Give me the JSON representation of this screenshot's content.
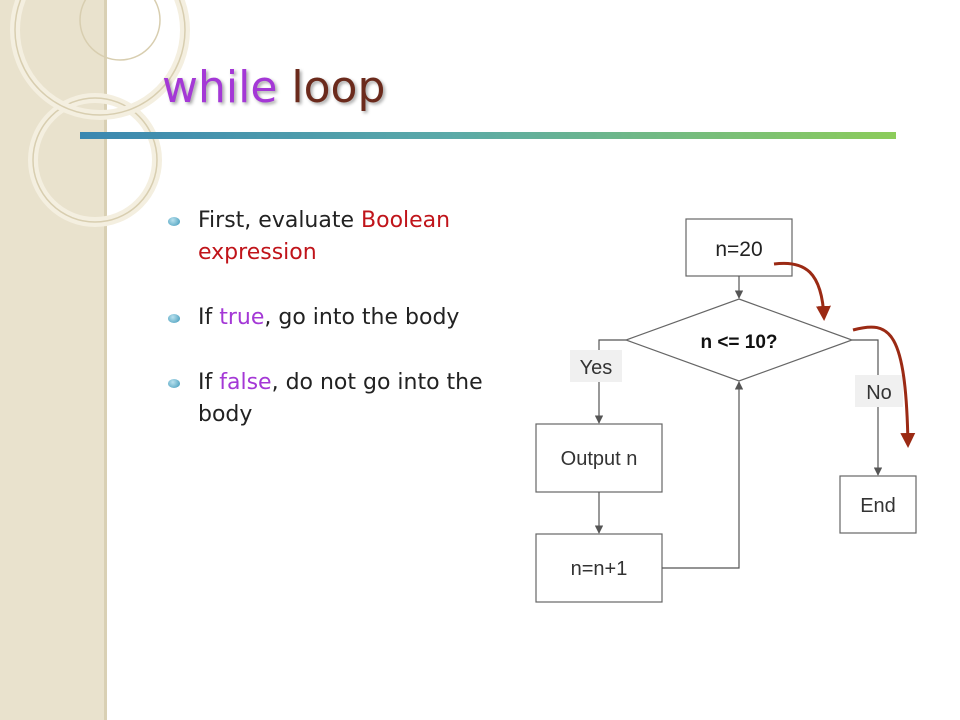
{
  "title": {
    "word1": "while",
    "word2": "loop"
  },
  "bullets": [
    {
      "pre": "First, evaluate ",
      "highlight": "Boolean expression",
      "post": "",
      "color": "#c0141a"
    },
    {
      "pre": "If ",
      "highlight": "true",
      "post": ", go into the body",
      "color": "#a438d6"
    },
    {
      "pre": "If ",
      "highlight": "false",
      "post": ", do not go into the body",
      "color": "#a438d6"
    }
  ],
  "flowchart": {
    "start_label": "n=20",
    "decision_label": "n <= 10?",
    "yes_label": "Yes",
    "no_label": "No",
    "output_label": "Output n",
    "increment_label": "n=n+1",
    "end_label": "End"
  },
  "colors": {
    "title_word1": "#a438d6",
    "title_word2": "#6b2a1c",
    "highlight_red": "#c0141a",
    "highlight_violet": "#a438d6",
    "trace_arrows": "#9b2a14"
  }
}
